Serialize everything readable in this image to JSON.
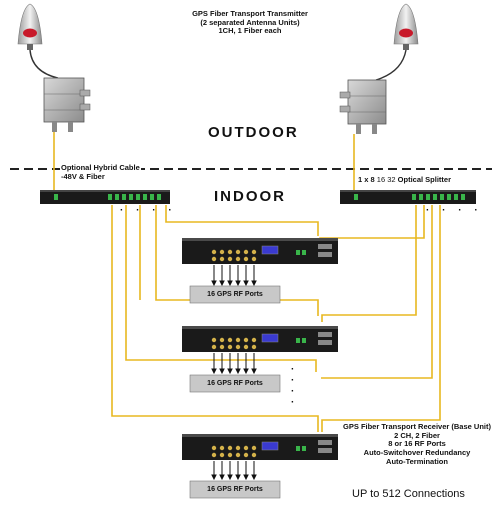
{
  "transmitter": {
    "line1": "GPS Fiber Transport Transmitter",
    "line2": "(2 separated Antenna Units)",
    "line3": "1CH, 1 Fiber each"
  },
  "zones": {
    "outdoor": "OUTDOOR",
    "indoor": "INDOOR"
  },
  "hybrid_cable": {
    "line1": "Optional Hybrid Cable",
    "line2": "-48V & Fiber"
  },
  "splitter": {
    "prefix": "1 x 8",
    "opt1": "16",
    "opt2": "32",
    "suffix": "Optical Splitter"
  },
  "rf_ports_label": "16 GPS RF Ports",
  "receiver": {
    "line1": "GPS Fiber Transport Receiver (Base Unit)",
    "line2": "2 CH, 2 Fiber",
    "line3": "8 or 16 RF Ports",
    "line4": "Auto-Switchover Redundancy",
    "line5": "Auto-Termination"
  },
  "footer": "UP to 512 Connections",
  "ellipsis_h": "· · · ·",
  "ellipsis_v": "·",
  "colors": {
    "fiber": "#e8b820",
    "antenna_red": "#c8192a",
    "panel": "#1a1a1a",
    "port_green": "#39b54a"
  }
}
